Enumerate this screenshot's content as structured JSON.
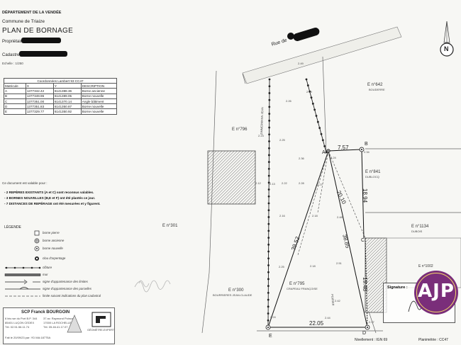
{
  "header": {
    "department": "DÉPARTEMENT DE LA VENDÉE",
    "commune": "Commune de Triaize",
    "title": "PLAN DE BORNAGE",
    "owner_label": "Propriétaire",
    "cadastre_label": "Cadastre",
    "scale": "Echelle : 1/250"
  },
  "coordinates": {
    "caption": "Coordonnées Lambert 93 CC47",
    "headers": [
      "Matricule",
      "X",
      "Y",
      "DESCRIPTION"
    ],
    "rows": [
      [
        "A",
        "1377342.42",
        "6141388.36",
        "Borne ancienne"
      ],
      [
        "B",
        "1377349.96",
        "6141389.05",
        "Borne nouvelle"
      ],
      [
        "C",
        "1377351.00",
        "6141370.14",
        "Angle bâtiment"
      ],
      [
        "D",
        "1377351.83",
        "6141350.87",
        "Borne nouvelle"
      ],
      [
        "E",
        "1377329.77",
        "6141350.92",
        "Borne nouvelle"
      ]
    ]
  },
  "notes": {
    "intro": "Ce document est valable pour :",
    "items": [
      "- 2 REPÈRES EXISTANTS (A et C) sont reconnus valables.",
      "- 3 BORNES NOUVELLES (B,E et F) ont été plantés ce jour.",
      "- 7 DISTANCES DE REPÉRAGE ont été mesurées et y figurent."
    ]
  },
  "legend": {
    "title": "LÉGENDE",
    "items": [
      {
        "icon": "square-icon",
        "label": "borne pierre"
      },
      {
        "icon": "circle-cross-icon",
        "label": "borne ancienne"
      },
      {
        "icon": "circle-dot-icon",
        "label": "borne nouvelle"
      },
      {
        "icon": "nail-icon",
        "label": "clou d'arpentage"
      },
      {
        "icon": "fence-line-icon",
        "label": "clôture"
      },
      {
        "icon": "wall-line-icon",
        "label": "mur"
      },
      {
        "icon": "limit-arrow-icon",
        "label": "signe d'appartenance des limites"
      },
      {
        "icon": "parcel-arrow-icon",
        "label": "signe d'appartenance des parcelles"
      },
      {
        "icon": "cadastral-line-icon",
        "label": "limite suivant indications du plan cadastral"
      }
    ]
  },
  "footer": {
    "firm": "SCP Franck BOURGOIN",
    "addr_left": [
      "6 bis rue du Port B.P. 344",
      "85401 LUÇON CEDEX",
      "Tél. 02.51.56.11.74"
    ],
    "addr_right": [
      "37 av. Raymond Poincaré",
      "17000 LA ROCHELLE",
      "Tél. 05.46.41.17.07"
    ],
    "date": "Fait le 20/09/23 par: YD MA:18775A",
    "badge": "GÉOMÈTRE-EXPERT"
  },
  "plan": {
    "street": "Rue de",
    "parcels": [
      {
        "name": "E n°642"
      },
      {
        "name": "E n°796"
      },
      {
        "name": "E n°841"
      },
      {
        "name": "E n°1134"
      },
      {
        "name": "E n°301"
      },
      {
        "name": "E n°795"
      },
      {
        "name": "E n°300"
      },
      {
        "name": "E n°1002"
      }
    ],
    "owners": [
      "BOURRIERES JEAN-CLAUDE",
      "ZIMMERMANN JEAN",
      "POIRIER",
      "DUBOIS",
      "BOUDERRE",
      "CRAPEAU FRANÇOISE",
      "DUBLOCQ"
    ],
    "points": [
      "A",
      "B",
      "C",
      "D",
      "E"
    ],
    "distances": [
      "7.57",
      "20.10",
      "18.94",
      "38.85",
      "39.52",
      "19.48",
      "22.05"
    ],
    "altitudes": [
      "2.49",
      "2.19",
      "2.26",
      "2.23",
      "2.25",
      "2.36",
      "2.24",
      "2.34",
      "2.12",
      "2.22",
      "2.27",
      "2.28",
      "2.13",
      "2.16",
      "2.18",
      "2.48",
      "2.25",
      "2.18",
      "2.44",
      "2.51",
      "2.24",
      "2.42",
      "2.37"
    ],
    "nivellement": "Nivellement : IGN 69",
    "planimetrie": "Planimétrie : CC47",
    "compass": "N"
  },
  "signature": {
    "label": "Signature :"
  },
  "logo": {
    "text": "AJP"
  }
}
